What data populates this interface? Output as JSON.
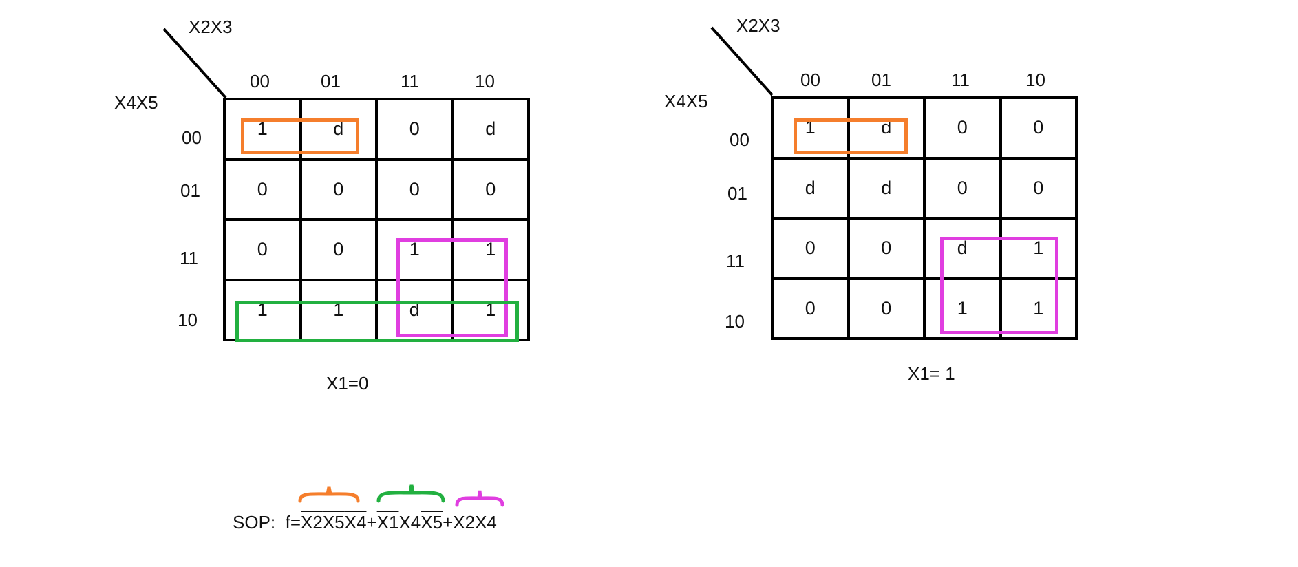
{
  "colors": {
    "group_orange": "#f57e2c",
    "group_green": "#22b040",
    "group_magenta": "#e03ee0",
    "grid_line": "#000000"
  },
  "col_header_label": "X2X3",
  "row_header_label": "X4X5",
  "col_codes": [
    "00",
    "01",
    "11",
    "10"
  ],
  "row_codes": [
    "00",
    "01",
    "11",
    "10"
  ],
  "map_left": {
    "caption": "X1=0",
    "cells": [
      [
        "1",
        "d",
        "0",
        "d"
      ],
      [
        "0",
        "0",
        "0",
        "0"
      ],
      [
        "0",
        "0",
        "1",
        "1"
      ],
      [
        "1",
        "1",
        "d",
        "1"
      ]
    ]
  },
  "map_right": {
    "caption": "X1= 1",
    "cells": [
      [
        "1",
        "d",
        "0",
        "0"
      ],
      [
        "d",
        "d",
        "0",
        "0"
      ],
      [
        "0",
        "0",
        "d",
        "1"
      ],
      [
        "0",
        "0",
        "1",
        "1"
      ]
    ]
  },
  "sop": {
    "prefix": "SOP:",
    "lhs": "f=",
    "term1": [
      {
        "t": "X2",
        "bar": true
      },
      {
        "t": "X5",
        "bar": true
      },
      {
        "t": "X4",
        "bar": true
      }
    ],
    "op1": "+",
    "term2": [
      {
        "t": "X1",
        "bar": true
      },
      {
        "t": "X4",
        "bar": false
      },
      {
        "t": "X5",
        "bar": true
      }
    ],
    "op2": "+",
    "term3": [
      {
        "t": "X2",
        "bar": false
      },
      {
        "t": "X4",
        "bar": false
      }
    ]
  }
}
